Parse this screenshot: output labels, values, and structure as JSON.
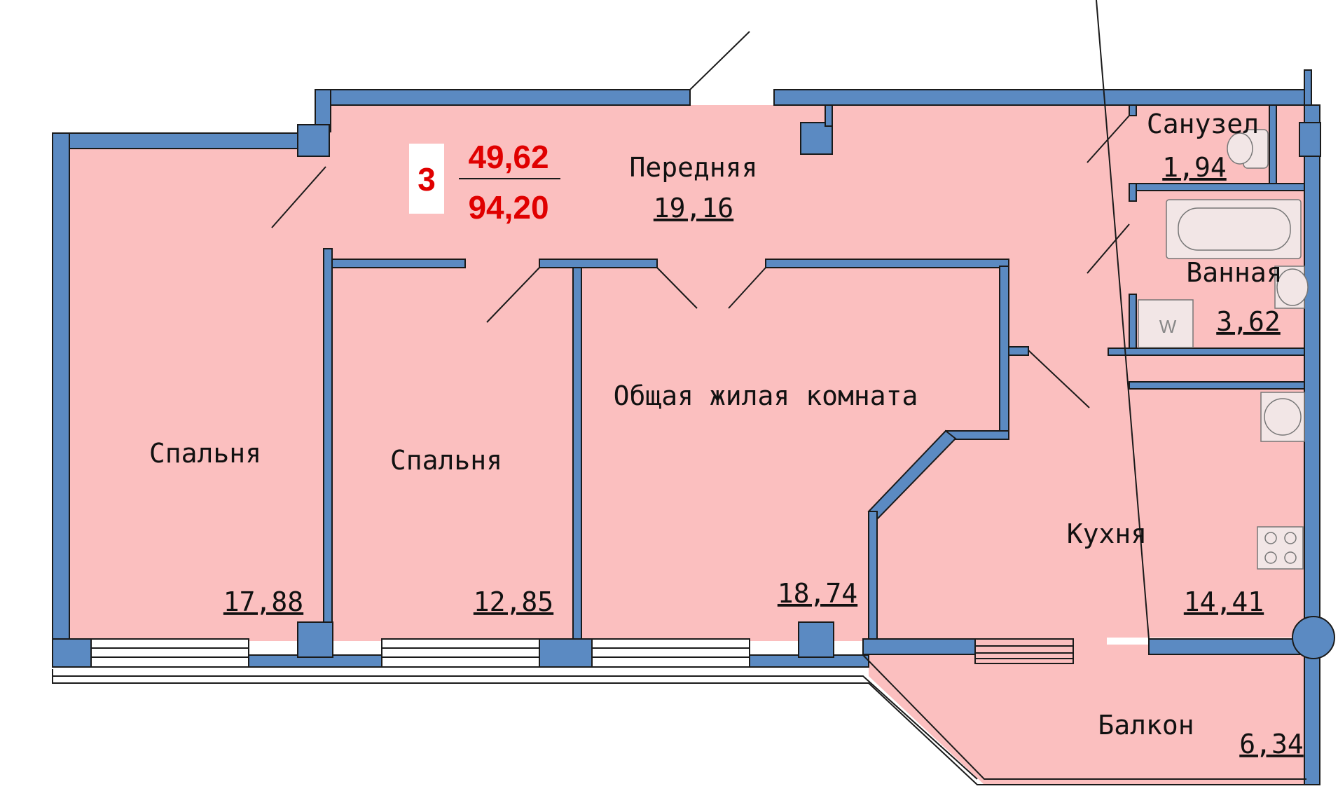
{
  "plan": {
    "room_count": "3",
    "living_area": "49,62",
    "total_area": "94,20",
    "colors": {
      "floor": "#fbbfbf",
      "wall": "#5b8ac2",
      "wall_stroke": "#1a1a1a",
      "summary": "#e00000"
    },
    "rooms": [
      {
        "key": "hall",
        "name": "Передняя",
        "area": "19,16"
      },
      {
        "key": "wc",
        "name": "Санузел",
        "area": "1,94"
      },
      {
        "key": "bath",
        "name": "Ванная",
        "area": "3,62"
      },
      {
        "key": "bedroom1",
        "name": "Спальня",
        "area": "17,88"
      },
      {
        "key": "bedroom2",
        "name": "Спальня",
        "area": "12,85"
      },
      {
        "key": "living",
        "name": "Общая жилая комната",
        "area": "18,74"
      },
      {
        "key": "kitchen",
        "name": "Кухня",
        "area": "14,41"
      },
      {
        "key": "balcony",
        "name": "Балкон",
        "area": "6,34"
      }
    ],
    "washer_mark": "W",
    "icons": [
      "toilet-icon",
      "bathtub-icon",
      "sink-icon",
      "washing-machine-icon",
      "stove-icon",
      "door-swing-icon"
    ]
  }
}
